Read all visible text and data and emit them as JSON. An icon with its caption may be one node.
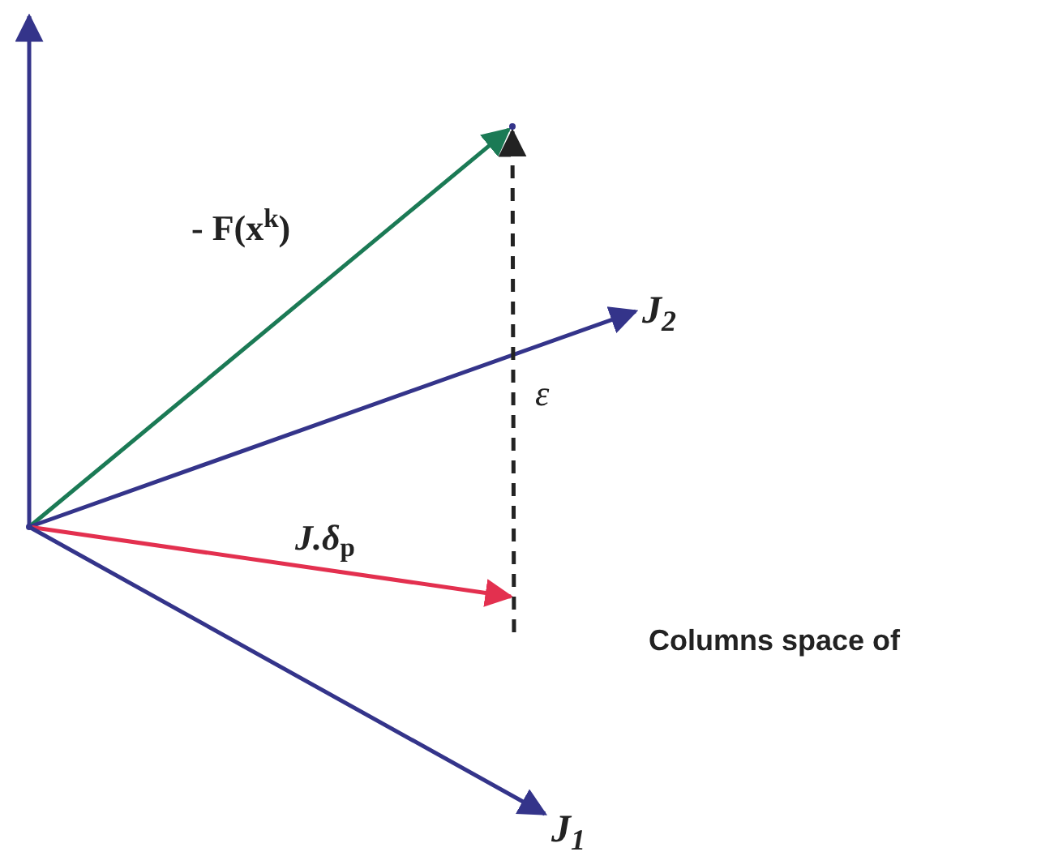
{
  "diagram": {
    "nodes": [
      {
        "text": [
          "J$_{2}$"
        ]
      },
      {
        "text": [
          "J$_{1}$"
        ]
      },
      {
        "text": [],
        "shape": "point"
      },
      {
        "text": [],
        "shape": "point"
      }
    ],
    "edges": [
      {
        "from": 2,
        "to": null,
        "arrow": "to"
      },
      {
        "from": 2,
        "to": 3,
        "arrow": "to",
        "label": "- **F**(**x**$^{k}$)",
        "color": "#1b7a55"
      },
      {
        "from": 2,
        "to": 0,
        "arrow": "to"
      },
      {
        "from": 2,
        "to": null,
        "arrow": "to",
        "label": "*J.δ*$_{p}$",
        "color": "#e3304f"
      },
      {
        "from": 2,
        "to": 1,
        "arrow": "to"
      },
      {
        "from": null,
        "to": 3,
        "arrow": "to",
        "label": "ε",
        "style": "dashed",
        "color": "#222222"
      }
    ],
    "labels": [
      "Columns space of"
    ]
  }
}
